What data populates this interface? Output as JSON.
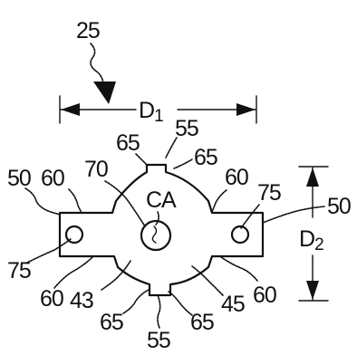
{
  "figure": {
    "ref_main": "25",
    "center_label": "CA",
    "dimension_1": {
      "letter": "D",
      "subscript": "1"
    },
    "dimension_2": {
      "letter": "D",
      "subscript": "2"
    },
    "labels": {
      "l50_left": "50",
      "l60_top_left": "60",
      "l70": "70",
      "l65_top_left": "65",
      "l55_top": "55",
      "l65_top_right": "65",
      "l60_top_right": "60",
      "l75_right": "75",
      "l50_right": "50",
      "l75_left": "75",
      "l60_bottom_left": "60",
      "l43": "43",
      "l65_bottom_left": "65",
      "l55_bottom": "55",
      "l65_bottom_right": "65",
      "l45": "45",
      "l60_bottom_right": "60"
    }
  }
}
